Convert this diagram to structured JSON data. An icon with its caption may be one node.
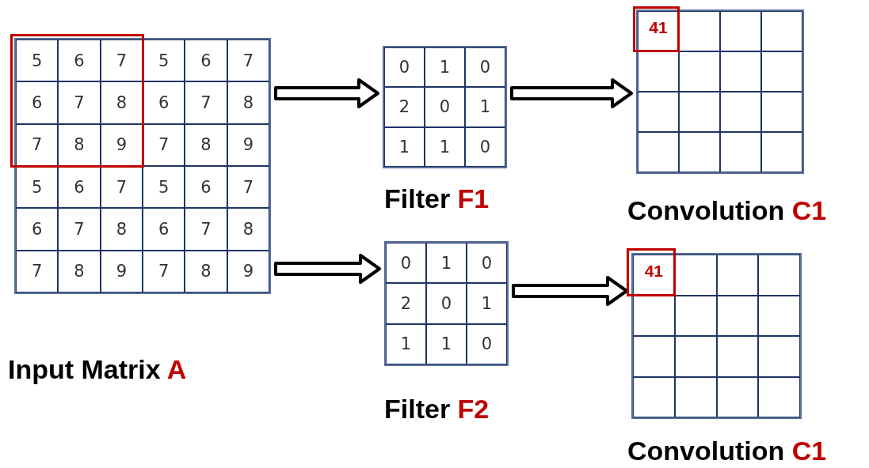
{
  "diagram": {
    "nodes": [
      {
        "text": [
          "5",
          "6",
          "7",
          "5",
          "6",
          "7",
          "6",
          "7",
          "8",
          "6",
          "7",
          "8",
          "7",
          "8",
          "9",
          "7",
          "8",
          "9",
          "5",
          "6",
          "7",
          "5",
          "6",
          "7",
          "6",
          "7",
          "8",
          "6",
          "7",
          "8",
          "7",
          "8",
          "9",
          "7",
          "8",
          "9"
        ],
        "beside": [
          "Input Matrix",
          "A"
        ]
      },
      {
        "text": [
          "0",
          "1",
          "0",
          "2",
          "0",
          "1",
          "1",
          "1",
          "0"
        ],
        "beside": [
          "Filter",
          "F1"
        ]
      },
      {
        "text": [
          "41"
        ],
        "beside": [
          "Convolution",
          "C1"
        ]
      },
      {
        "text": [
          "0",
          "1",
          "0",
          "2",
          "0",
          "1",
          "1",
          "1",
          "0"
        ],
        "beside": [
          "Filter",
          "F2"
        ]
      },
      {
        "text": [
          "41"
        ],
        "beside": [
          "Convolution",
          "C1"
        ]
      }
    ],
    "edges": [
      {
        "from": 0,
        "to": 1,
        "arrow": "to"
      },
      {
        "from": 1,
        "to": 2,
        "arrow": "to"
      },
      {
        "from": 0,
        "to": 3,
        "arrow": "to"
      },
      {
        "from": 3,
        "to": 4,
        "arrow": "to"
      }
    ]
  }
}
